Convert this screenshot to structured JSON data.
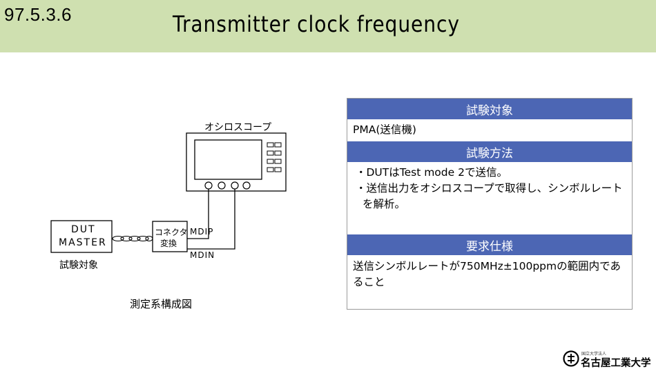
{
  "header": {
    "section_number": "97.5.3.6",
    "title": "Transmitter clock frequency"
  },
  "diagram": {
    "oscilloscope_label": "オシロスコープ",
    "dut_label_line1": "DUT",
    "dut_label_line2": "MASTER",
    "dut_caption": "試験対象",
    "converter_label_line1": "コネクタ",
    "converter_label_line2": "変換",
    "mdip_label": "MDIP",
    "mdin_label": "MDIN",
    "caption": "測定系構成図"
  },
  "panel": {
    "target_heading": "試験対象",
    "target_text": "PMA(送信機)",
    "method_heading": "試験方法",
    "method_bullets": [
      "・DUTはTest mode 2で送信。",
      "・送信出力をオシロスコープで取得し、シンボルレートを解析。"
    ],
    "requirement_heading": "要求仕様",
    "requirement_text": "送信シンボルレートが750MHz±100ppmの範囲内であること"
  },
  "logo": {
    "subtitle": "国立大学法人",
    "name": "名古屋工業大学",
    "mark": "tech-emblem-icon"
  },
  "colors": {
    "header_bg": "#cfe0b0",
    "panel_heading_bg": "#4c66b4"
  }
}
